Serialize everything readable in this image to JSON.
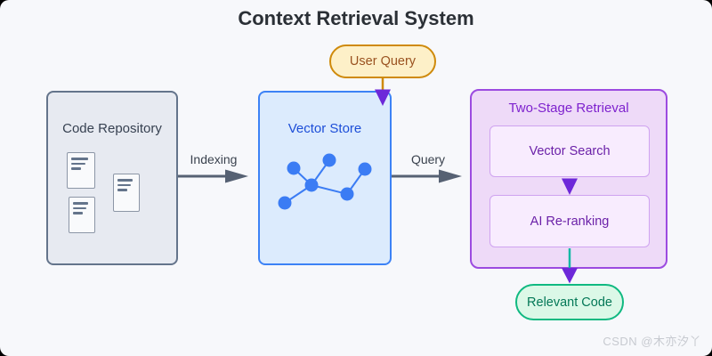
{
  "title": "Context Retrieval System",
  "nodes": {
    "user_query": {
      "label": "User Query",
      "fill": "#fdf0c8",
      "border": "#cf8a0b",
      "text_color": "#9a5220"
    },
    "code_repository": {
      "label": "Code Repository",
      "fill": "#e7eaf1",
      "border": "#64748b",
      "text_color": "#374151"
    },
    "vector_store": {
      "label": "Vector Store",
      "fill": "#dcebfd",
      "border": "#3c82f6",
      "text_color": "#1d4ed8"
    },
    "two_stage_retrieval": {
      "label": "Two-Stage Retrieval",
      "fill": "#eedaf8",
      "border": "#9c4be0",
      "text_color": "#7e22ce"
    },
    "vector_search": {
      "label": "Vector Search",
      "fill": "#f8ecfe",
      "border": "#cfa3f0",
      "text_color": "#6b21a8"
    },
    "ai_reranking": {
      "label": "AI Re-ranking",
      "fill": "#f8ecfe",
      "border": "#cfa3f0",
      "text_color": "#6b21a8"
    },
    "relevant_code": {
      "label": "Relevant Code",
      "fill": "#dbf8e7",
      "border": "#10b981",
      "text_color": "#047857"
    }
  },
  "edge_labels": {
    "indexing": "Indexing",
    "query": "Query"
  },
  "edge_colors": {
    "gray_arrow": "#566173",
    "orange_connector": "#cf8a0b",
    "purple_arrowhead": "#6d28d9",
    "teal_connector": "#14b8a6",
    "graph_blue": "#3b7cf4"
  },
  "watermark": "CSDN @木亦汐丫"
}
